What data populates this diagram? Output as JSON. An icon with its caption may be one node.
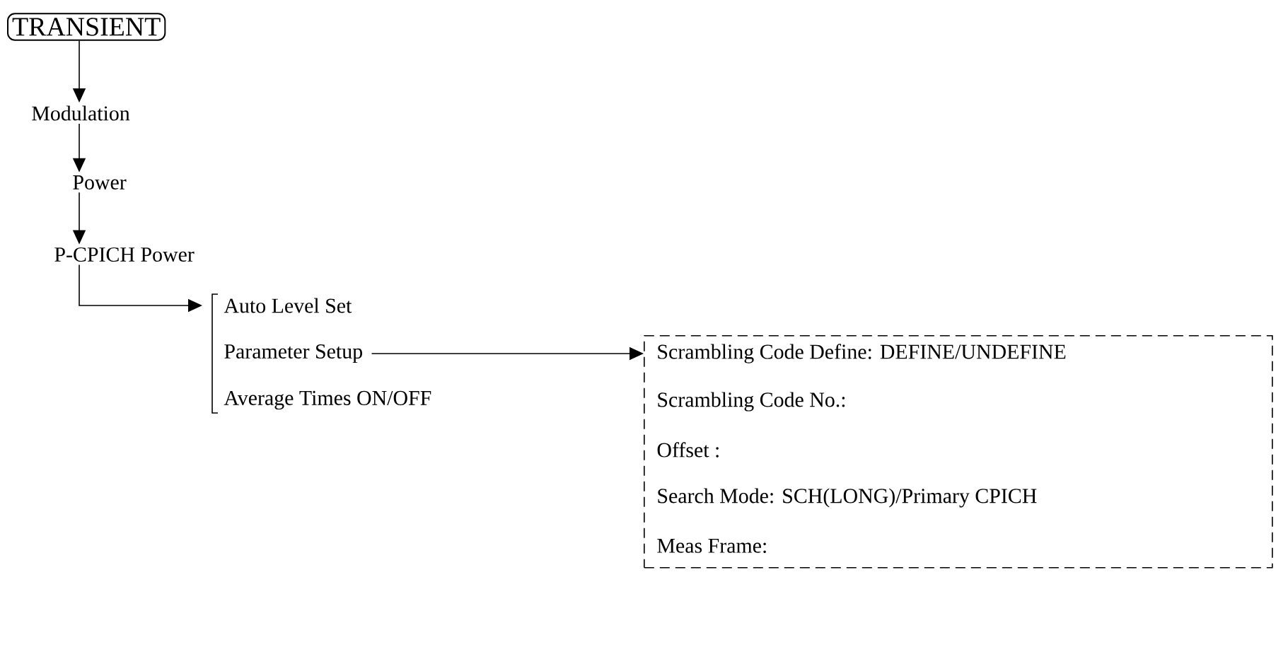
{
  "diagram": {
    "nodes": [
      {
        "text": [
          "TRANSIENT"
        ]
      },
      {
        "text": [
          "Modulation"
        ]
      },
      {
        "text": [
          "Power"
        ]
      },
      {
        "text": [
          "P-CPICH Power"
        ]
      },
      {
        "text": [
          "Auto Level Set"
        ]
      },
      {
        "text": [
          "Parameter Setup"
        ]
      },
      {
        "text": [
          "Average Times ON/OFF"
        ]
      },
      {
        "text": [
          "Scrambling Code Define: DEFINE/UNDEFINE",
          "Scrambling Code No.:",
          "Offset :",
          "Search Mode: SCH(LONG)/Primary CPICH",
          "Meas Frame:"
        ]
      }
    ],
    "edges": [
      {
        "from": 0,
        "to": 1,
        "arrow": "to"
      },
      {
        "from": 1,
        "to": 2,
        "arrow": "to"
      },
      {
        "from": 2,
        "to": 3,
        "arrow": "to"
      },
      {
        "from": 3,
        "to": 4,
        "arrow": "to"
      },
      {
        "from": 5,
        "to": 7,
        "arrow": "to"
      }
    ]
  }
}
